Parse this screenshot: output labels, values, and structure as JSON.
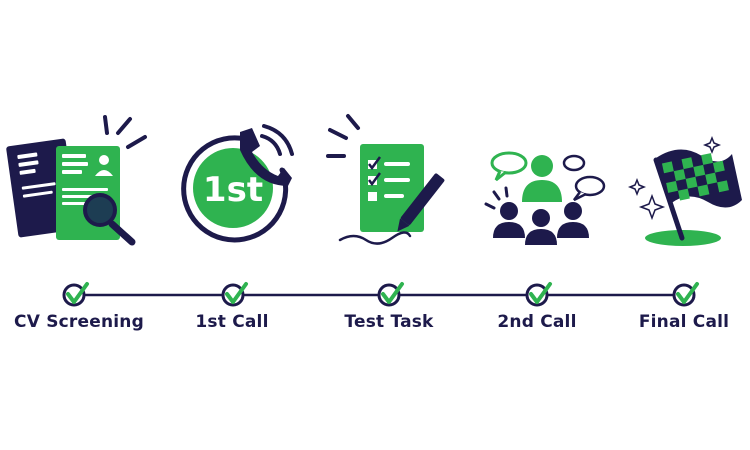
{
  "colors": {
    "navy": "#1d1a4b",
    "green": "#2fb350",
    "white": "#ffffff"
  },
  "icons": {
    "step1": "cv-document-magnifier-icon",
    "step2": "first-call-phone-icon",
    "step3": "checklist-pencil-icon",
    "step4": "group-interview-icon",
    "step5": "checkered-flag-icon"
  },
  "badge_text": "1st",
  "steps": [
    {
      "label": "CV Screening"
    },
    {
      "label": "1st Call"
    },
    {
      "label": "Test Task"
    },
    {
      "label": "2nd Call"
    },
    {
      "label": "Final Call"
    }
  ]
}
